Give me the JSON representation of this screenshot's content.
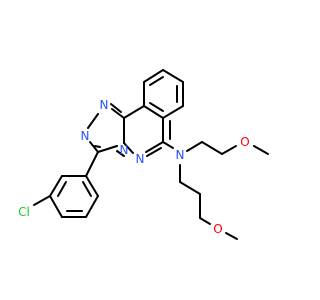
{
  "molecule": {
    "atoms": {
      "cl": "Cl",
      "n_triazole_top": "N",
      "n_triazole_left": "N",
      "n_bridge": "N",
      "n_phthalazine": "N",
      "n_amine": "N",
      "o_upper": "O",
      "o_lower": "O"
    },
    "colors": {
      "bond": "#000000",
      "nitrogen": "#2b50ff",
      "oxygen": "#ff0000",
      "chlorine": "#1fcc1f"
    }
  }
}
